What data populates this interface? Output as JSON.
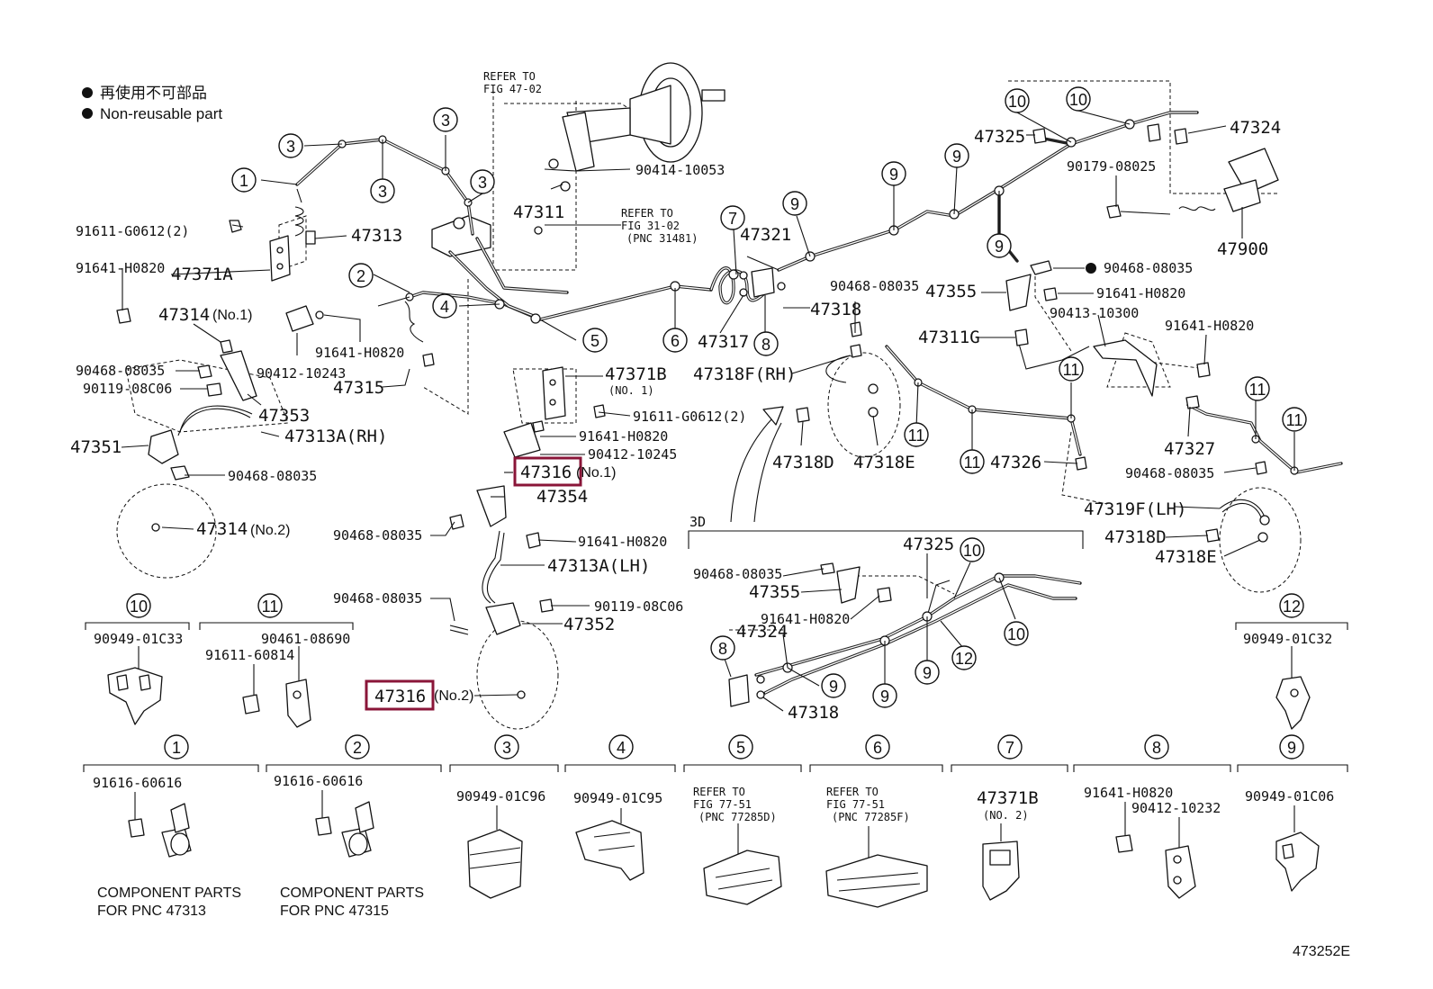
{
  "legend": {
    "jp": "再使用不可部品",
    "en": "Non-reusable part"
  },
  "refer": {
    "r47_02": {
      "l1": "REFER TO",
      "l2": "FIG 47-02"
    },
    "r31_02": {
      "l1": "REFER TO",
      "l2": "FIG 31-02",
      "l3": "(PNC 31481)"
    },
    "r77_51a": {
      "l1": "REFER TO",
      "l2": "FIG 77-51",
      "l3": "(PNC 77285D)"
    },
    "r77_51b": {
      "l1": "REFER TO",
      "l2": "FIG 77-51",
      "l3": "(PNC 77285F)"
    }
  },
  "parts": {
    "p90414_10053": "90414-10053",
    "p47311": "47311",
    "p91611_g0612_a": "91611-G0612(2)",
    "p47313": "47313",
    "p91641_h0820_a": "91641-H0820",
    "p47371a": "47371A",
    "p47314_no1": "47314",
    "no1_a": "(No.1)",
    "p91641_h0820_b": "91641-H0820",
    "p90412_10243": "90412-10243",
    "p90468_08035_a": "90468-08035",
    "p90119_08c06_a": "90119-08C06",
    "p47315": "47315",
    "p47353": "47353",
    "p47313a_rh": "47313A(RH)",
    "p47351": "47351",
    "p90468_08035_b": "90468-08035",
    "p47314_no2": "47314",
    "no2_a": "(No.2)",
    "p47371b": "47371B",
    "no1_b": "(NO. 1)",
    "p91611_g0612_b": "91611-G0612(2)",
    "p91641_h0820_c": "91641-H0820",
    "p90412_10245": "90412-10245",
    "p47316_no1": "47316",
    "no1_c": "(No.1)",
    "p47354": "47354",
    "p90468_08035_c": "90468-08035",
    "p91641_h0820_d": "91641-H0820",
    "p47313a_lh": "47313A(LH)",
    "p90468_08035_d": "90468-08035",
    "p90119_08c06_b": "90119-08C06",
    "p47352": "47352",
    "p47316_no2": "47316",
    "no2_b": "(No.2)",
    "p47321": "47321",
    "p47317": "47317",
    "p47318_a": "47318",
    "p90468_08035_e": "90468-08035",
    "p47355_a": "47355",
    "p91641_h0820_e": "91641-H0820",
    "p90413_10300": "90413-10300",
    "p91641_h0820_f": "91641-H0820",
    "p47311g": "47311G",
    "p47318f_rh": "47318F(RH)",
    "p47318d_a": "47318D",
    "p47318e_a": "47318E",
    "p47326": "47326",
    "p47327": "47327",
    "p90468_08035_f": "90468-08035",
    "p47319f_lh": "47319F(LH)",
    "p47318d_b": "47318D",
    "p47318e_b": "47318E",
    "p47325_a": "47325",
    "p47324_a": "47324",
    "p90179_08025": "90179-08025",
    "p90468_08035_g": "90468-08035",
    "p47900": "47900",
    "view_3d": "3D",
    "p47325_b": "47325",
    "p90468_08035_h": "90468-08035",
    "p47355_b": "47355",
    "p91641_h0820_g": "91641-H0820",
    "p47324_b": "47324",
    "p47318_b": "47318"
  },
  "clips": {
    "c10": "90949-01C33",
    "c11_a": "90461-08690",
    "c11_b": "91611-60814",
    "c12": "90949-01C32",
    "c1": "91616-60616",
    "c2": "91616-60616",
    "c3": "90949-01C96",
    "c4": "90949-01C95",
    "c7": "47371B",
    "c7_sub": "(NO. 2)",
    "c8_a": "91641-H0820",
    "c8_b": "90412-10232",
    "c9": "90949-01C06"
  },
  "component_notes": {
    "n1_l1": "COMPONENT PARTS",
    "n1_l2": "FOR PNC 47313",
    "n2_l1": "COMPONENT PARTS",
    "n2_l2": "FOR PNC 47315"
  },
  "circle_numbers": {
    "n1": "1",
    "n2": "2",
    "n3": "3",
    "n4": "4",
    "n5": "5",
    "n6": "6",
    "n7": "7",
    "n8": "8",
    "n9": "9",
    "n10": "10",
    "n11": "11",
    "n12": "12"
  },
  "figure_id": "473252E",
  "colors": {
    "highlight": "#8a1538",
    "ink": "#111111"
  }
}
